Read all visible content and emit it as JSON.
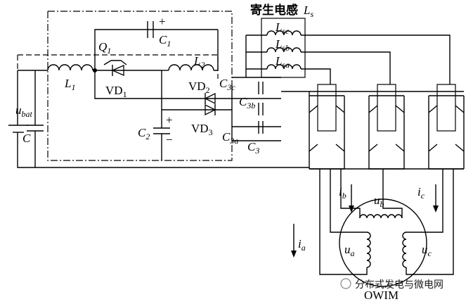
{
  "title_cn": "寄生电感",
  "title_ls": "L",
  "title_ls_sub": "s",
  "labels": {
    "ubat": "u",
    "ubat_sub": "bat",
    "C": "C",
    "L1": "L",
    "L1_sub": "1",
    "L2": "L",
    "L2_sub": "2",
    "Q1": "Q",
    "Q1_sub": "1",
    "VD1": "VD",
    "VD1_sub": "1",
    "VD2": "VD",
    "VD2_sub": "2",
    "VD3": "VD",
    "VD3_sub": "3",
    "C1": "C",
    "C1_sub": "1",
    "C2": "C",
    "C2_sub": "2",
    "C3": "C",
    "C3_sub": "3",
    "C3a": "C",
    "C3a_sub": "3a",
    "C3b": "C",
    "C3b_sub": "3b",
    "C3c": "C",
    "C3c_sub": "3c",
    "Lsc": "L",
    "Lsc_sub": "sc",
    "Lsb": "L",
    "Lsb_sub": "sb",
    "Lsa": "L",
    "Lsa_sub": "sa",
    "ia": "i",
    "ia_sub": "a",
    "ib": "i",
    "ib_sub": "b",
    "ic": "i",
    "ic_sub": "c",
    "ua": "u",
    "ua_sub": "a",
    "ub": "u",
    "ub_sub": "b",
    "uc": "u",
    "uc_sub": "c",
    "plus": "+",
    "minus": "−",
    "motor": "OWIM"
  },
  "watermark": "分布式发电与微电网"
}
